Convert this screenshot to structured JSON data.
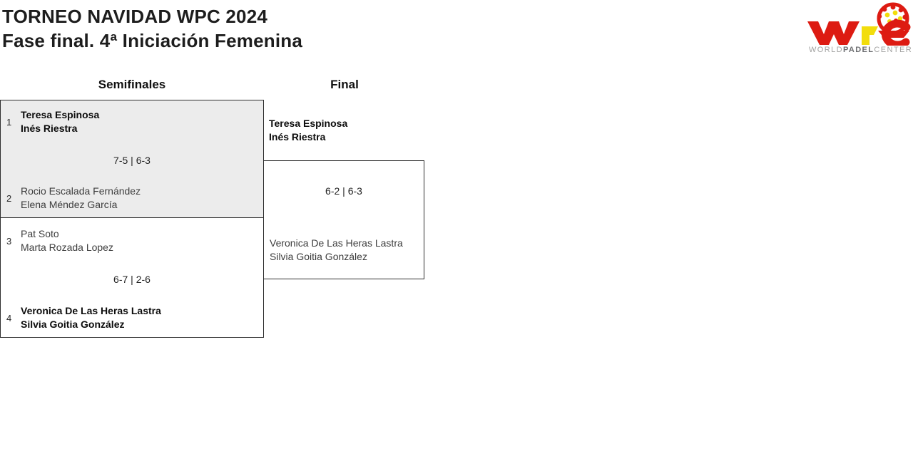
{
  "header": {
    "title": "TORNEO NAVIDAD WPC 2024",
    "subtitle": "Fase final. 4ª Iniciación Femenina"
  },
  "logo": {
    "monogram": "WPC",
    "wordmark": {
      "word1": "WORLD",
      "word2": "PADEL",
      "word3": "CENTER"
    },
    "colors": {
      "red": "#dd1b12",
      "yellow": "#f2dd0c",
      "gray": "#a3a3a2",
      "dark_gray": "#6d6e71"
    }
  },
  "bracket": {
    "rounds": [
      {
        "label": "Semifinales"
      },
      {
        "label": "Final"
      }
    ],
    "semifinals": [
      {
        "top": {
          "seed": "1",
          "players": [
            "Teresa Espinosa",
            "Inés Riestra"
          ],
          "winner": true
        },
        "score": "7-5 | 6-3",
        "bottom": {
          "seed": "2",
          "players": [
            "Rocio Escalada Fernández",
            "Elena Méndez García"
          ],
          "winner": false
        }
      },
      {
        "top": {
          "seed": "3",
          "players": [
            "Pat Soto",
            "Marta Rozada Lopez"
          ],
          "winner": false
        },
        "score": "6-7 | 2-6",
        "bottom": {
          "seed": "4",
          "players": [
            "Veronica De Las Heras Lastra",
            "Silvia Goitia González"
          ],
          "winner": true
        }
      }
    ],
    "final": {
      "top": {
        "players": [
          "Teresa Espinosa",
          "Inés Riestra"
        ],
        "winner": true
      },
      "score": "6-2 | 6-3",
      "bottom": {
        "players": [
          "Veronica De Las Heras Lastra",
          "Silvia Goitia González"
        ],
        "winner": false
      }
    }
  }
}
